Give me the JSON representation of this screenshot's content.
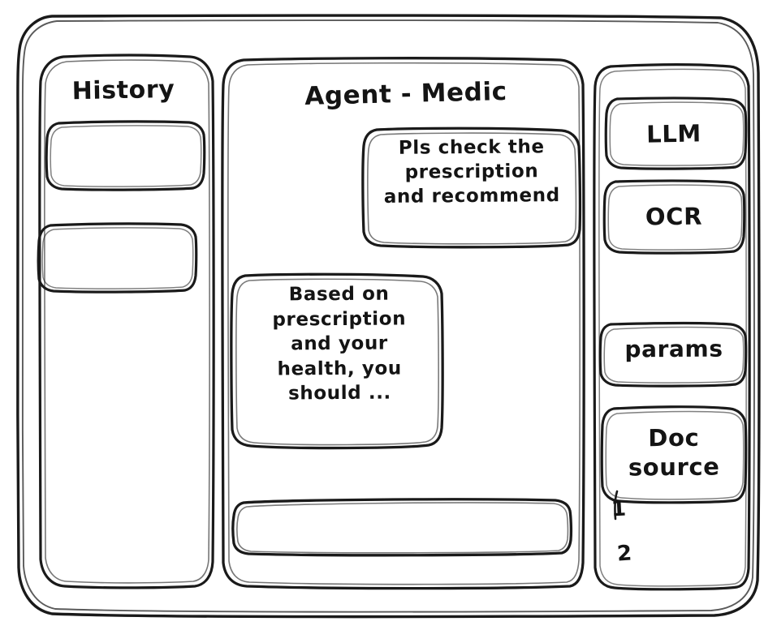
{
  "window": {
    "title": "Agent - Medic"
  },
  "sidebar_left": {
    "title": "History",
    "items": [
      {
        "label": ""
      },
      {
        "label": ""
      }
    ]
  },
  "main": {
    "title": "Agent - Medic",
    "messages": [
      {
        "role": "user",
        "text": "Pls check the\nprescription\nand recommend"
      },
      {
        "role": "assistant",
        "text": "Based on\nprescription\nand your\nhealth, you\nshould ..."
      }
    ],
    "composer": {
      "value": "",
      "placeholder": ""
    }
  },
  "sidebar_right": {
    "tools": [
      {
        "label": "LLM"
      },
      {
        "label": "OCR"
      },
      {
        "label": "params"
      }
    ],
    "doc_source": {
      "label": "Doc\nsource",
      "items": [
        {
          "marker": "1"
        },
        {
          "marker": "2"
        }
      ]
    }
  },
  "style": {
    "stroke": "#1a1a1a",
    "background": "#ffffff"
  }
}
